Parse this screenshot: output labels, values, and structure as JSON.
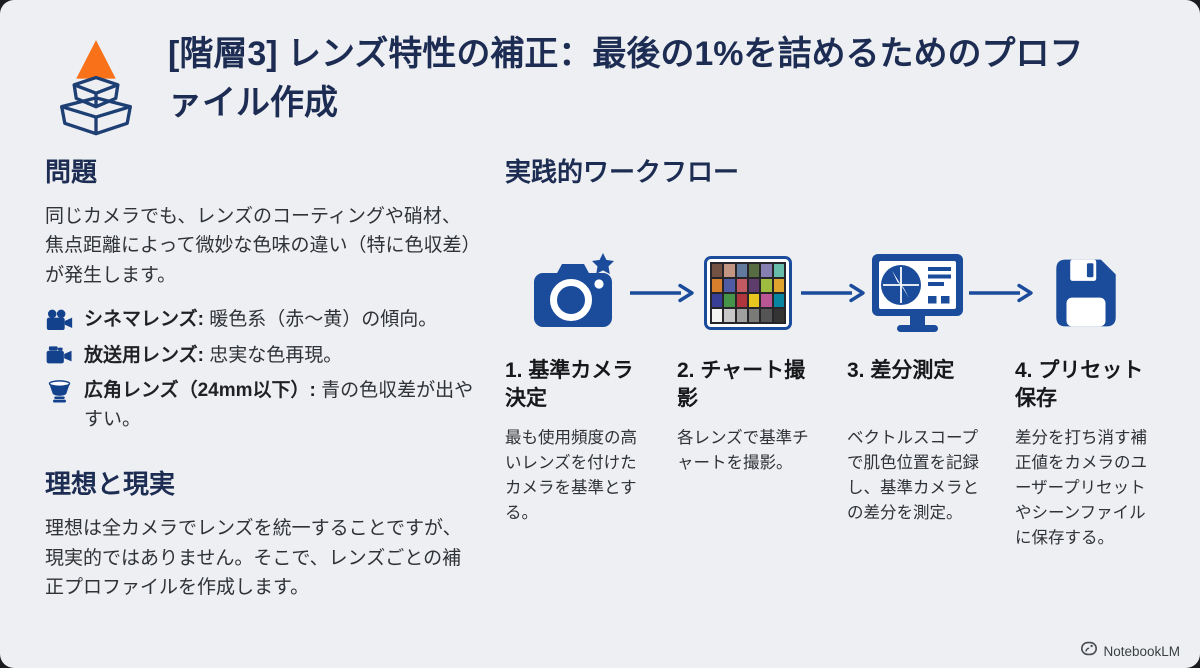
{
  "colors": {
    "accent_blue": "#1b4c9c",
    "heading_navy": "#1d2c52",
    "pyramid_orange": "#f9721a",
    "background": "#edeff2",
    "body_text": "#2f3236"
  },
  "header": {
    "title": "[階層3] レンズ特性の補正：最後の1%を詰めるためのプロファイル作成",
    "icon": "pyramid-icon"
  },
  "problem": {
    "heading": "問題",
    "paragraph": "同じカメラでも、レンズのコーティングや硝材、焦点距離によって微妙な色味の違い（特に色収差）が発生します。",
    "bullets": [
      {
        "icon": "movie-camera-icon",
        "label": "シネマレンズ:",
        "text": " 暖色系（赤～黄）の傾向。"
      },
      {
        "icon": "video-camera-icon",
        "label": "放送用レンズ:",
        "text": " 忠実な色再現。"
      },
      {
        "icon": "lens-hood-icon",
        "label": "広角レンズ（24mm以下）:",
        "text": " 青の色収差が出やすい。"
      }
    ]
  },
  "ideal": {
    "heading": "理想と現実",
    "paragraph": "理想は全カメラでレンズを統一することですが、現実的ではありません。そこで、レンズごとの補正プロファイルを作成します。"
  },
  "workflow": {
    "heading": "実践的ワークフロー",
    "steps": [
      {
        "icon": "camera-star-icon",
        "title": "1. 基準カメラ決定",
        "description": "最も使用頻度の高いレンズを付けたカメラを基準とする。"
      },
      {
        "icon": "color-chart-icon",
        "title": "2. チャート撮影",
        "description": "各レンズで基準チャートを撮影。"
      },
      {
        "icon": "vectorscope-monitor-icon",
        "title": "3. 差分測定",
        "description": "ベクトルスコープで肌色位置を記録し、基準カメラとの差分を測定。"
      },
      {
        "icon": "floppy-disk-icon",
        "title": "4. プリセット保存",
        "description": "差分を打ち消す補正値をカメラのユーザープリセットやシーンファイルに保存する。"
      }
    ],
    "color_chart_swatches": [
      "#735244",
      "#c29682",
      "#627a9d",
      "#576c43",
      "#8580b1",
      "#67bdaa",
      "#d67e2c",
      "#505ba6",
      "#c15a63",
      "#5e3c6c",
      "#9dbc40",
      "#e0a32e",
      "#383d96",
      "#469449",
      "#af363c",
      "#e7c71f",
      "#bb5695",
      "#0885a1",
      "#f3f3f2",
      "#c8c8c8",
      "#a0a0a0",
      "#7a7a79",
      "#555555",
      "#343434"
    ]
  },
  "footer": {
    "brand": "NotebookLM",
    "logo": "notebooklm-logo-icon"
  }
}
